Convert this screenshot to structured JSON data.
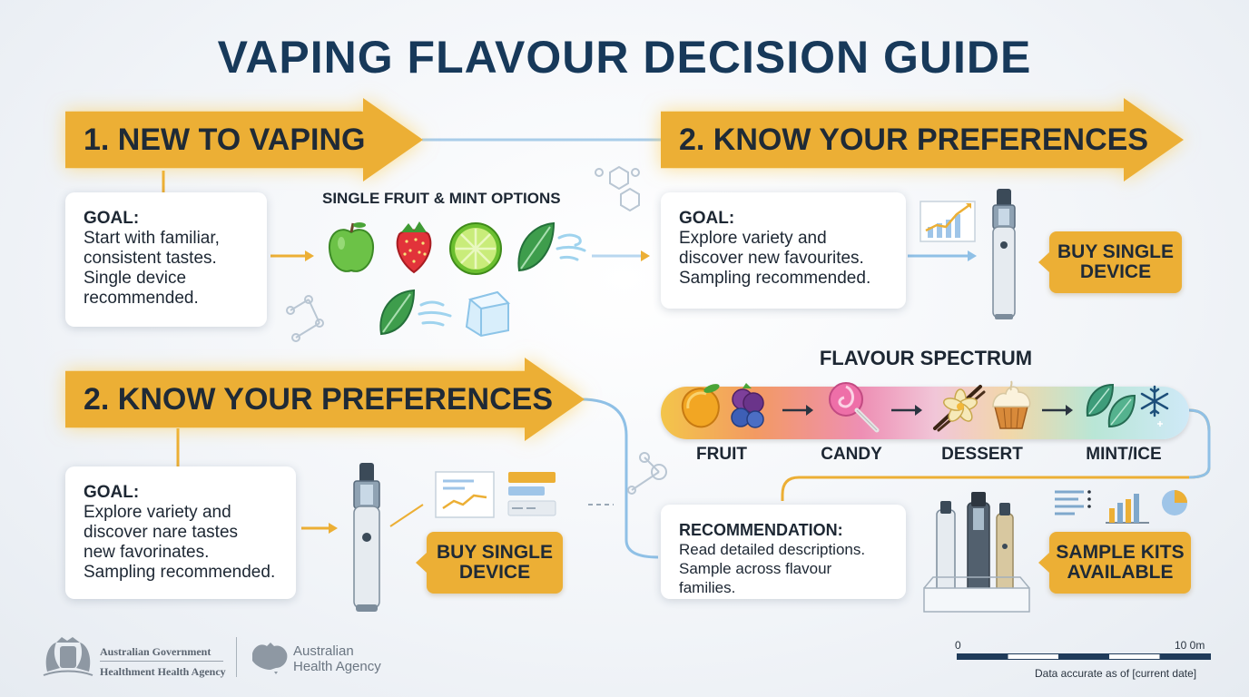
{
  "title": "VAPING FLAVOUR DECISION GUIDE",
  "step1": {
    "banner": "1. NEW TO VAPING",
    "goal_head": "GOAL:",
    "goal_lines": [
      "Start with familiar,",
      "consistent tastes.",
      "Single device",
      "recommended."
    ],
    "options_label": "SINGLE FRUIT & MINT OPTIONS",
    "icons": [
      "apple-icon",
      "strawberry-icon",
      "lime-icon",
      "mint-leaf-icon",
      "mint-leaf-icon",
      "ice-cube-icon"
    ]
  },
  "step2_top": {
    "banner": "2. KNOW YOUR PREFERENCES",
    "goal_head": "GOAL:",
    "goal_lines": [
      "Explore variety and",
      "discover new favourites.",
      "Sampling recommended."
    ],
    "badge_lines": [
      "BUY SINGLE",
      "DEVICE"
    ]
  },
  "step2_bottom": {
    "banner": "2. KNOW YOUR PREFERENCES",
    "goal_head": "GOAL:",
    "goal_lines": [
      "Explore variety and",
      "discover nare tastes",
      "new favorinates.",
      "Sampling recommended."
    ],
    "badge_lines": [
      "BUY SINGLE",
      "DEVICE"
    ]
  },
  "spectrum": {
    "title": "FLAVOUR SPECTRUM",
    "labels": [
      "FRUIT",
      "CANDY",
      "DESSERT",
      "MINT/ICE"
    ]
  },
  "recommendation": {
    "head": "RECOMMENDATION:",
    "lines": [
      "Read detailed descriptions.",
      "Sample across flavour families."
    ],
    "badge_lines": [
      "SAMPLE KITS",
      "AVAILABLE"
    ]
  },
  "footer": {
    "gov_line1": "Australian Government",
    "gov_line2": "Healthment Health Agency",
    "agency_line1": "Australian",
    "agency_line2": "Health Agency",
    "scale_start": "0",
    "scale_end": "10 0m",
    "data_note": "Data accurate as of [current date]"
  },
  "colors": {
    "accent": "#ecaf35",
    "title": "#17395a",
    "connector": "#8fc0e6"
  }
}
